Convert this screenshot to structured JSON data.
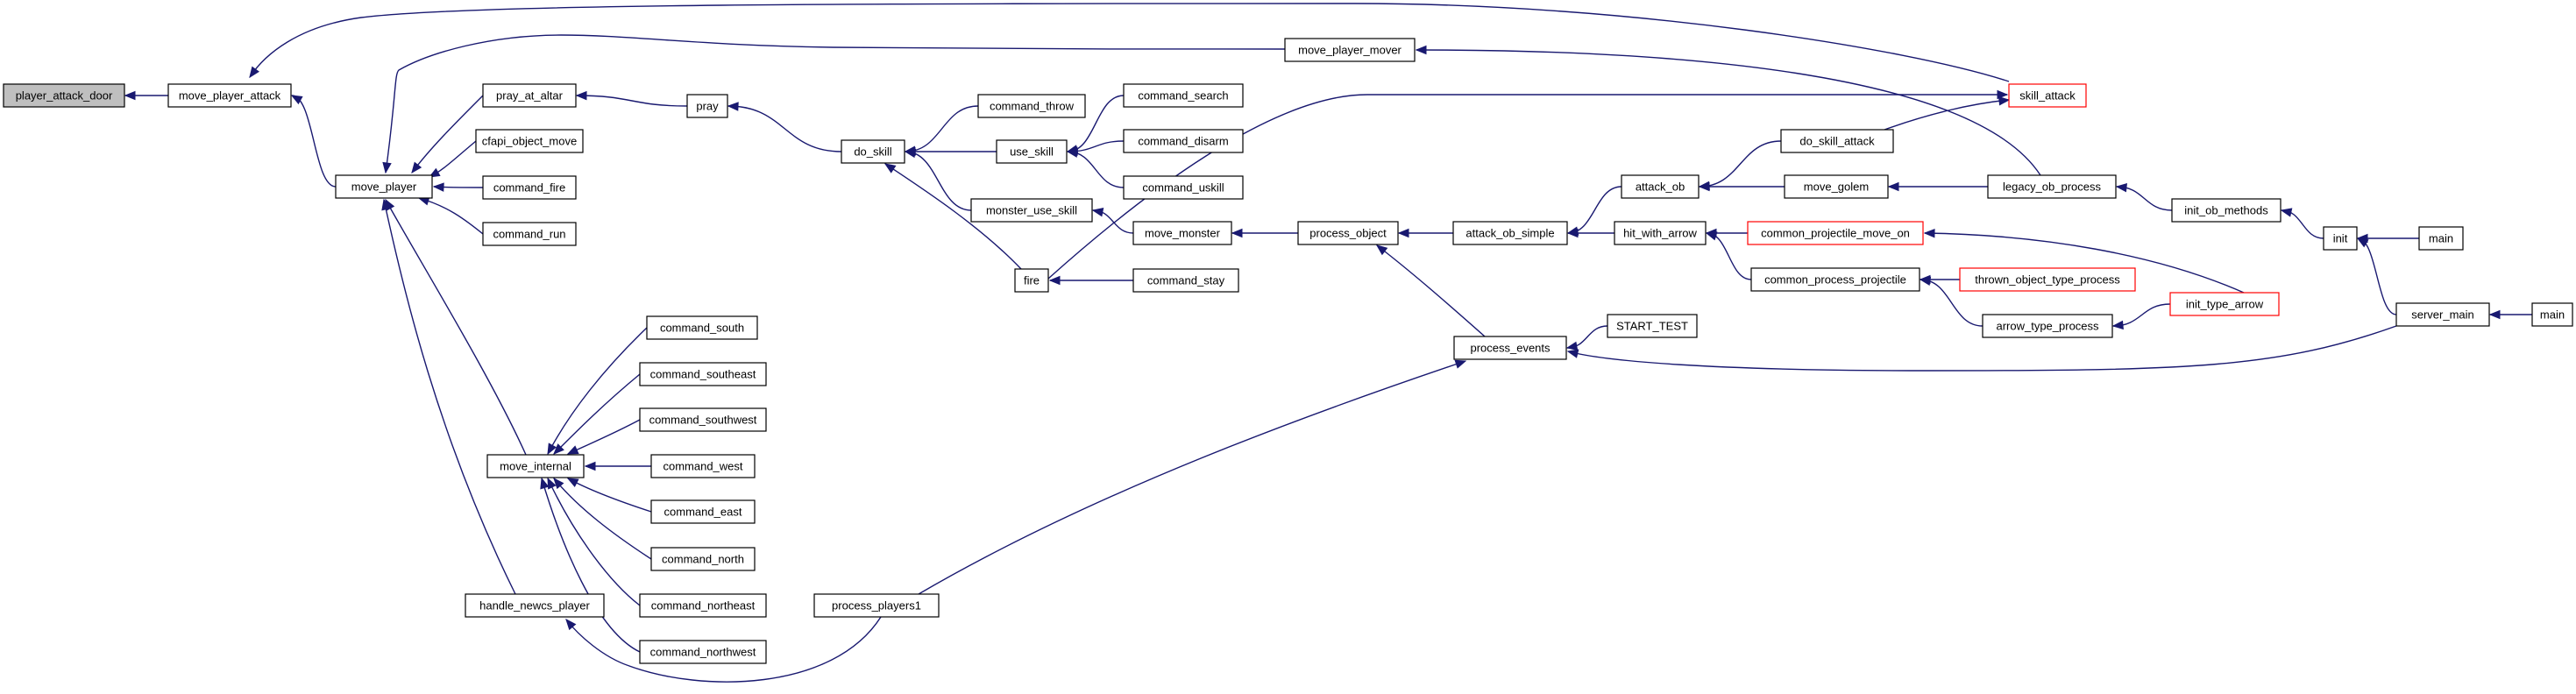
{
  "graph": {
    "kind": "call-graph",
    "colors": {
      "edge": "#191970",
      "root_fill": "#bfbfbf",
      "node_fill": "#ffffff",
      "node_border": "#000000",
      "truncated_border": "#ff0000"
    },
    "nodes": [
      {
        "id": "player_attack_door",
        "label": "player_attack_door",
        "root": true
      },
      {
        "id": "move_player_attack",
        "label": "move_player_attack"
      },
      {
        "id": "move_player",
        "label": "move_player"
      },
      {
        "id": "move_player_mover",
        "label": "move_player_mover"
      },
      {
        "id": "skill_attack",
        "label": "skill_attack",
        "truncated": true
      },
      {
        "id": "pray_at_altar",
        "label": "pray_at_altar"
      },
      {
        "id": "pray",
        "label": "pray"
      },
      {
        "id": "cfapi_object_move",
        "label": "cfapi_object_move"
      },
      {
        "id": "command_fire",
        "label": "command_fire"
      },
      {
        "id": "command_run",
        "label": "command_run"
      },
      {
        "id": "do_skill",
        "label": "do_skill"
      },
      {
        "id": "command_throw",
        "label": "command_throw"
      },
      {
        "id": "use_skill",
        "label": "use_skill"
      },
      {
        "id": "command_search",
        "label": "command_search"
      },
      {
        "id": "command_disarm",
        "label": "command_disarm"
      },
      {
        "id": "command_uskill",
        "label": "command_uskill"
      },
      {
        "id": "monster_use_skill",
        "label": "monster_use_skill"
      },
      {
        "id": "move_monster",
        "label": "move_monster"
      },
      {
        "id": "fire",
        "label": "fire"
      },
      {
        "id": "command_stay",
        "label": "command_stay"
      },
      {
        "id": "process_object",
        "label": "process_object"
      },
      {
        "id": "attack_ob_simple",
        "label": "attack_ob_simple"
      },
      {
        "id": "attack_ob",
        "label": "attack_ob"
      },
      {
        "id": "do_skill_attack",
        "label": "do_skill_attack"
      },
      {
        "id": "move_golem",
        "label": "move_golem"
      },
      {
        "id": "legacy_ob_process",
        "label": "legacy_ob_process"
      },
      {
        "id": "init_ob_methods",
        "label": "init_ob_methods"
      },
      {
        "id": "init",
        "label": "init"
      },
      {
        "id": "main_1",
        "label": "main"
      },
      {
        "id": "hit_with_arrow",
        "label": "hit_with_arrow"
      },
      {
        "id": "common_projectile_move_on",
        "label": "common_projectile_move_on",
        "truncated": true
      },
      {
        "id": "common_process_projectile",
        "label": "common_process_projectile"
      },
      {
        "id": "thrown_object_type_process",
        "label": "thrown_object_type_process",
        "truncated": true
      },
      {
        "id": "arrow_type_process",
        "label": "arrow_type_process"
      },
      {
        "id": "init_type_arrow",
        "label": "init_type_arrow",
        "truncated": true
      },
      {
        "id": "server_main",
        "label": "server_main"
      },
      {
        "id": "main_2",
        "label": "main"
      },
      {
        "id": "process_events",
        "label": "process_events"
      },
      {
        "id": "START_TEST",
        "label": "START_TEST"
      },
      {
        "id": "move_internal",
        "label": "move_internal"
      },
      {
        "id": "command_south",
        "label": "command_south"
      },
      {
        "id": "command_southeast",
        "label": "command_southeast"
      },
      {
        "id": "command_southwest",
        "label": "command_southwest"
      },
      {
        "id": "command_west",
        "label": "command_west"
      },
      {
        "id": "command_east",
        "label": "command_east"
      },
      {
        "id": "command_north",
        "label": "command_north"
      },
      {
        "id": "command_northeast",
        "label": "command_northeast"
      },
      {
        "id": "command_northwest",
        "label": "command_northwest"
      },
      {
        "id": "handle_newcs_player",
        "label": "handle_newcs_player"
      },
      {
        "id": "process_players1",
        "label": "process_players1"
      }
    ],
    "edges": [
      {
        "from": "move_player_attack",
        "to": "player_attack_door"
      },
      {
        "from": "move_player",
        "to": "move_player_attack"
      },
      {
        "from": "skill_attack",
        "to": "move_player_attack"
      },
      {
        "from": "move_player_mover",
        "to": "move_player"
      },
      {
        "from": "pray_at_altar",
        "to": "move_player"
      },
      {
        "from": "cfapi_object_move",
        "to": "move_player"
      },
      {
        "from": "command_fire",
        "to": "move_player"
      },
      {
        "from": "command_run",
        "to": "move_player"
      },
      {
        "from": "move_internal",
        "to": "move_player"
      },
      {
        "from": "handle_newcs_player",
        "to": "move_player"
      },
      {
        "from": "legacy_ob_process",
        "to": "move_player_mover"
      },
      {
        "from": "do_skill_attack",
        "to": "skill_attack"
      },
      {
        "from": "fire",
        "to": "skill_attack"
      },
      {
        "from": "pray",
        "to": "pray_at_altar"
      },
      {
        "from": "do_skill",
        "to": "pray"
      },
      {
        "from": "command_throw",
        "to": "do_skill"
      },
      {
        "from": "use_skill",
        "to": "do_skill"
      },
      {
        "from": "monster_use_skill",
        "to": "do_skill"
      },
      {
        "from": "fire",
        "to": "do_skill"
      },
      {
        "from": "command_search",
        "to": "use_skill"
      },
      {
        "from": "command_disarm",
        "to": "use_skill"
      },
      {
        "from": "command_uskill",
        "to": "use_skill"
      },
      {
        "from": "move_monster",
        "to": "monster_use_skill"
      },
      {
        "from": "process_object",
        "to": "move_monster"
      },
      {
        "from": "command_stay",
        "to": "fire"
      },
      {
        "from": "attack_ob_simple",
        "to": "process_object"
      },
      {
        "from": "process_events",
        "to": "process_object"
      },
      {
        "from": "attack_ob",
        "to": "attack_ob_simple"
      },
      {
        "from": "hit_with_arrow",
        "to": "attack_ob_simple"
      },
      {
        "from": "do_skill_attack",
        "to": "attack_ob"
      },
      {
        "from": "move_golem",
        "to": "attack_ob"
      },
      {
        "from": "legacy_ob_process",
        "to": "move_golem"
      },
      {
        "from": "init_ob_methods",
        "to": "legacy_ob_process"
      },
      {
        "from": "init",
        "to": "init_ob_methods"
      },
      {
        "from": "main_1",
        "to": "init"
      },
      {
        "from": "server_main",
        "to": "init"
      },
      {
        "from": "main_2",
        "to": "server_main"
      },
      {
        "from": "common_projectile_move_on",
        "to": "hit_with_arrow"
      },
      {
        "from": "common_process_projectile",
        "to": "hit_with_arrow"
      },
      {
        "from": "init_type_arrow",
        "to": "common_projectile_move_on"
      },
      {
        "from": "thrown_object_type_process",
        "to": "common_process_projectile"
      },
      {
        "from": "arrow_type_process",
        "to": "common_process_projectile"
      },
      {
        "from": "init_type_arrow",
        "to": "arrow_type_process"
      },
      {
        "from": "START_TEST",
        "to": "process_events"
      },
      {
        "from": "server_main",
        "to": "process_events"
      },
      {
        "from": "process_players1",
        "to": "process_events"
      },
      {
        "from": "command_south",
        "to": "move_internal"
      },
      {
        "from": "command_southeast",
        "to": "move_internal"
      },
      {
        "from": "command_southwest",
        "to": "move_internal"
      },
      {
        "from": "command_west",
        "to": "move_internal"
      },
      {
        "from": "command_east",
        "to": "move_internal"
      },
      {
        "from": "command_north",
        "to": "move_internal"
      },
      {
        "from": "command_northeast",
        "to": "move_internal"
      },
      {
        "from": "command_northwest",
        "to": "move_internal"
      },
      {
        "from": "process_players1",
        "to": "handle_newcs_player"
      }
    ]
  }
}
